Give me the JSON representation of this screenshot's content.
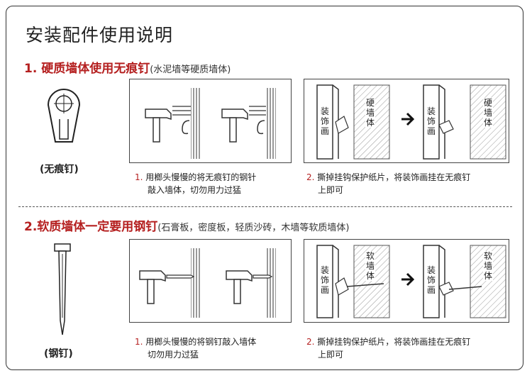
{
  "title": "安装配件使用说明",
  "section1": {
    "heading": "1. 硬质墙体使用无痕钉",
    "sub": "(水泥墙等硬质墙体)",
    "item_label": "(无痕钉)",
    "step1_num": "1.",
    "step1_line1": "用榔头慢慢的将无痕钉的钢针",
    "step1_line2": "敲入墙体，切勿用力过猛",
    "step2_num": "2.",
    "step2_line1": "撕掉挂钩保护纸片，将装饰画挂在无痕钉",
    "step2_line2": "上即可",
    "wall_label": "硬墙体",
    "deco_label": "装饰画"
  },
  "section2": {
    "heading": "2.软质墙体一定要用钢钉",
    "sub": "(石膏板，密度板，轻质沙砖，木墙等软质墙体)",
    "item_label": "(钢钉)",
    "step1_num": "1.",
    "step1_line1": "用榔头慢慢的将钢钉敲入墙体",
    "step1_line2": "切勿用力过猛",
    "step2_num": "2.",
    "step2_line1": "撕掉挂钩保护纸片，将装饰画挂在无痕钉",
    "step2_line2": "上即可",
    "wall_label": "软墙体",
    "deco_label": "装饰画"
  },
  "colors": {
    "accent_red": "#b52020",
    "text": "#222222"
  },
  "icons": [
    "seamless-nail-icon",
    "steel-nail-icon",
    "hammer-icon",
    "arrow-right-icon",
    "hook-icon"
  ]
}
